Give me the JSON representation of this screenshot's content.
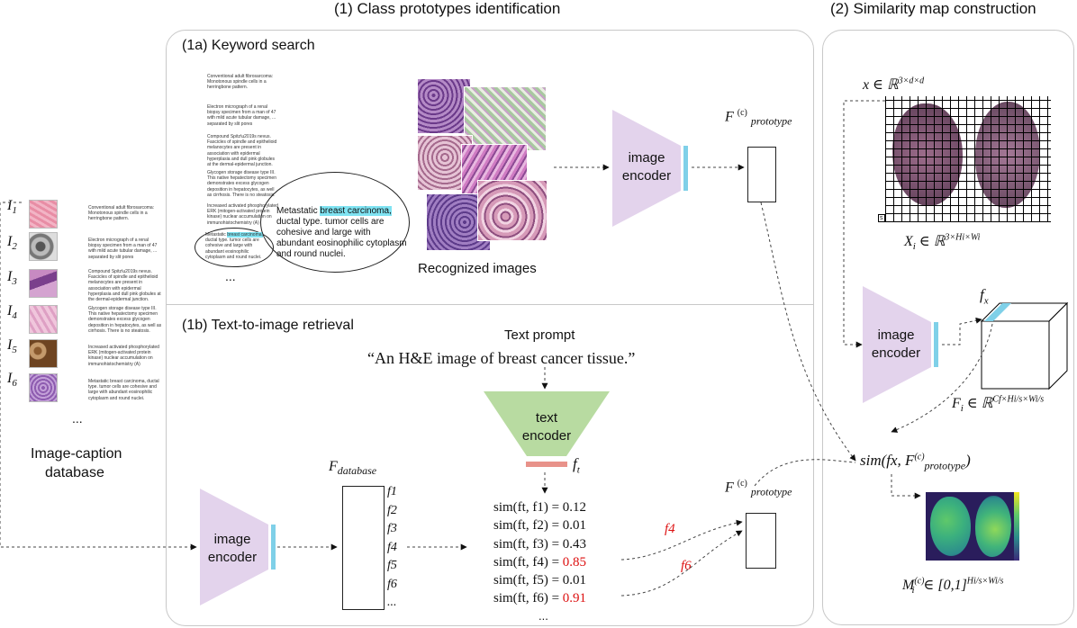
{
  "headers": {
    "part1": "(1) Class prototypes identification",
    "part2": "(2) Similarity map construction"
  },
  "panel_1a": {
    "title": "(1a) Keyword search",
    "captions": [
      "Conventional adult fibrosarcoma: Monotonous spindle cells in a herringbone pattern.",
      "Electron micrograph of a renal biopsy specimen from a man of 47 with mild acute tubular damage, ... separated by slit pores",
      "Compound Spitz\\u2019s nevus. Fascicles of spindle and epithelioid melanocytes are present in association with epidermal hyperplasia and dull pink globules at the dermal-epidermal junction.",
      "Glycogen storage disease type III. This native hepatectomy specimen demonstrates excess glycogen deposition in hepatocytes, as well as cirrhosis. There is no steatosis.",
      "Increased activated phosphorylated ERK (mitogen-activated protein kinase) nuclear accumulation on immunohistochemistry (A)"
    ],
    "small_ellipse": {
      "prefix": "Metastatic",
      "keyword": "breast carcinoma,",
      "rest": "ductal type. tumor cells are cohesive and large with abundant eosinophilic cytoplasm and round nuclei."
    },
    "ellipsis": "...",
    "zoom_ellipse": {
      "prefix": "Metastatic",
      "keyword": "breast carcinoma,",
      "line2": "ductal type. tumor cells are",
      "line3": "cohesive and large with",
      "line4": "abundant eosinophilic cytoplasm",
      "line5": "and round nuclei."
    },
    "recognized_label": "Recognized images",
    "encoder_line1": "image",
    "encoder_line2": "encoder",
    "prototype_label": "F",
    "prototype_sup": "(c)",
    "prototype_sub": "prototype"
  },
  "panel_1b": {
    "title": "(1b) Text-to-image retrieval",
    "prompt_label": "Text prompt",
    "prompt_text": "“An H&E image of breast cancer tissue.”",
    "text_encoder_line1": "text",
    "text_encoder_line2": "encoder",
    "ft_label": "f",
    "ft_sub": "t",
    "db_label": "F",
    "db_sub": "database",
    "db_items": [
      "f1",
      "f2",
      "f3",
      "f4",
      "f5",
      "f6",
      "..."
    ],
    "encoder_line1": "image",
    "encoder_line2": "encoder",
    "sims": [
      {
        "lhs": "sim(ft, f1) =",
        "val": "0.12",
        "highlight": false
      },
      {
        "lhs": "sim(ft, f2) =",
        "val": "0.01",
        "highlight": false
      },
      {
        "lhs": "sim(ft, f3) =",
        "val": "0.43",
        "highlight": false
      },
      {
        "lhs": "sim(ft, f4) =",
        "val": "0.85",
        "highlight": true
      },
      {
        "lhs": "sim(ft, f5) =",
        "val": "0.01",
        "highlight": false
      },
      {
        "lhs": "sim(ft, f6) =",
        "val": "0.91",
        "highlight": true
      }
    ],
    "sims_ellipsis": "...",
    "arrow_f4": "f4",
    "arrow_f6": "f6",
    "prototype_label": "F",
    "prototype_sup": "(c)",
    "prototype_sub": "prototype"
  },
  "database": {
    "labels": [
      "I1",
      "I2",
      "I3",
      "I4",
      "I5",
      "I6"
    ],
    "captions": [
      "Conventional adult fibrosarcoma: Monotonous spindle cells in a herringbone pattern.",
      "Electron micrograph of a renal biopsy specimen from a man of 47 with mild acute tubular damage, ... separated by slit pores",
      "Compound Spitz\\u2019s nevus. Fascicles of spindle and epithelioid melanocytes are present in association with epidermal hyperplasia and dull pink globules at the dermal-epidermal junction.",
      "Glycogen storage disease type III. This native hepatectomy specimen demonstrates excess glycogen deposition in hepatocytes, as well as cirrhosis. There is no steatosis.",
      "Increased activated phosphorylated ERK (mitogen-activated protein kinase) nuclear accumulation on immunohistochemistry (A)",
      "Metastatic breast carcinoma, ductal type. tumor cells are cohesive and large with abundant eosinophilic cytoplasm and round nuclei."
    ],
    "ellipsis": "...",
    "title_line1": "Image-caption",
    "title_line2": "database"
  },
  "panel_2": {
    "x_label": "x ∈ ℝ",
    "x_sup": "3×d×d",
    "X_label": "X",
    "X_sub": "i",
    "X_rest": " ∈ ℝ",
    "X_sup": "3×Hi×Wi",
    "scale_text": "s",
    "encoder_line1": "image",
    "encoder_line2": "encoder",
    "fx_label": "f",
    "fx_sub": "x",
    "F_label": "F",
    "F_sub": "i",
    "F_rest": " ∈ ℝ",
    "F_sup": "Cf×Hi/s×Wi/s",
    "sim_text": "sim(fx, F",
    "sim_sup": "(c)",
    "sim_sub": "prototype",
    "sim_close": ")",
    "M_label": "M",
    "M_sub": "i",
    "M_sup": "(c)",
    "M_rest": " ∈ [0,1]",
    "M_exp": "Hi/s×Wi/s"
  },
  "colors": {
    "encoder_purple": "#e3d3ec",
    "text_encoder_green": "#b8dba1",
    "cyan_bar": "#7fd0e8",
    "salmon_bar": "#e8928a",
    "highlight_cyan": "#7fe3f2",
    "value_red": "#d11111",
    "panel_border": "#c8c8c8"
  }
}
